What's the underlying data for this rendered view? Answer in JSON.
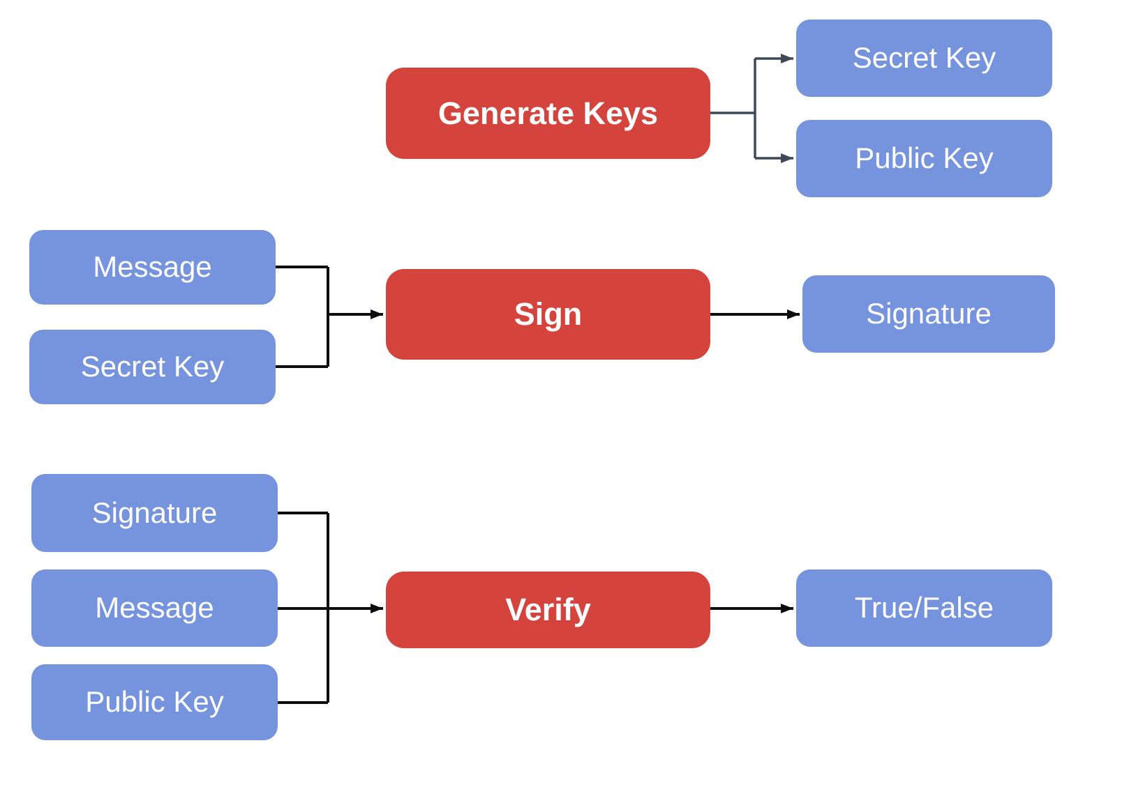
{
  "diagram": {
    "title_hint": "Digital signature scheme flow",
    "keygen": {
      "process": "Generate Keys",
      "outputs": {
        "secret": "Secret Key",
        "public": "Public Key"
      }
    },
    "sign": {
      "inputs": {
        "message": "Message",
        "secret": "Secret Key"
      },
      "process": "Sign",
      "output": "Signature"
    },
    "verify": {
      "inputs": {
        "signature": "Signature",
        "message": "Message",
        "public": "Public Key"
      },
      "process": "Verify",
      "output": "True/False"
    }
  },
  "colors": {
    "process-fill": "#d5443c",
    "io-fill": "#7693dd",
    "box-text": "#ffffff",
    "connector-dark": "#3d4a55",
    "connector-black": "#0d0d0d",
    "background": "#ffffff"
  }
}
